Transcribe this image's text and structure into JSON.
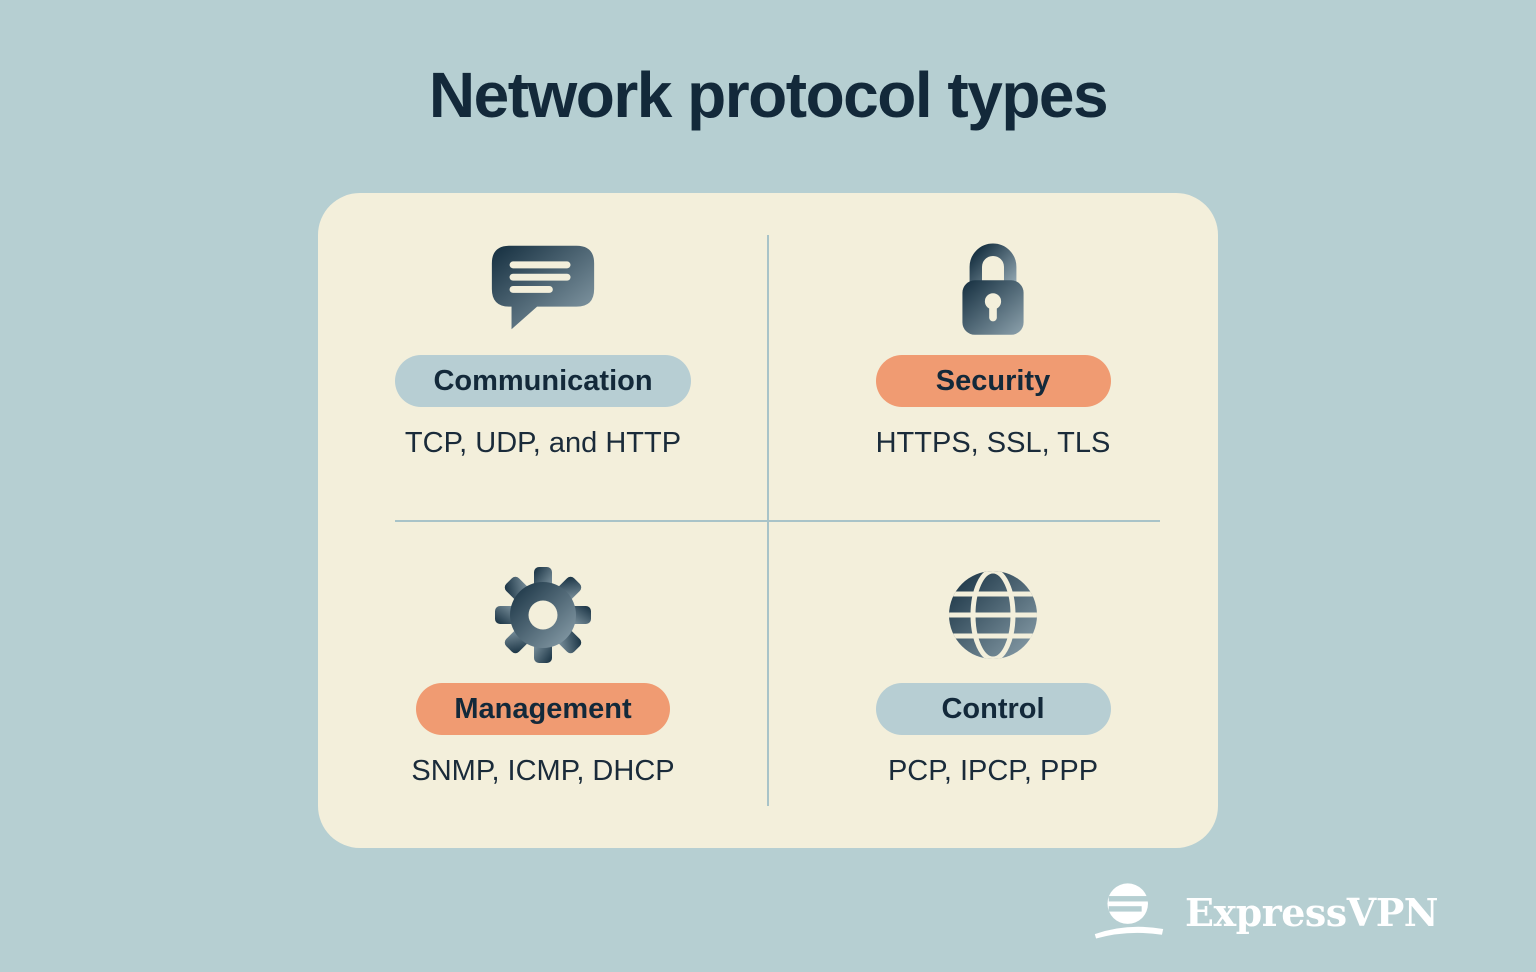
{
  "title": "Network protocol types",
  "card": {
    "quadrants": [
      {
        "icon": "chat-icon",
        "label": "Communication",
        "protocols": "TCP, UDP, and HTTP",
        "pill_color": "#b7ced3"
      },
      {
        "icon": "lock-icon",
        "label": "Security",
        "protocols": "HTTPS, SSL, TLS",
        "pill_color": "#f09b72"
      },
      {
        "icon": "gear-icon",
        "label": "Management",
        "protocols": "SNMP, ICMP, DHCP",
        "pill_color": "#f09b72"
      },
      {
        "icon": "globe-icon",
        "label": "Control",
        "protocols": "PCP, IPCP, PPP",
        "pill_color": "#b7ced3"
      }
    ]
  },
  "logo": {
    "text": "ExpressVPN",
    "icon": "expressvpn-mark"
  },
  "colors": {
    "background": "#b6cfd2",
    "card": "#f3efdb",
    "text": "#13293a",
    "pill_blue": "#b7ced3",
    "pill_orange": "#f09b72",
    "divider": "#a8c3c8",
    "icon_gradient_start": "#142e3f",
    "icon_gradient_end": "#8da2ad",
    "logo": "#ffffff"
  }
}
